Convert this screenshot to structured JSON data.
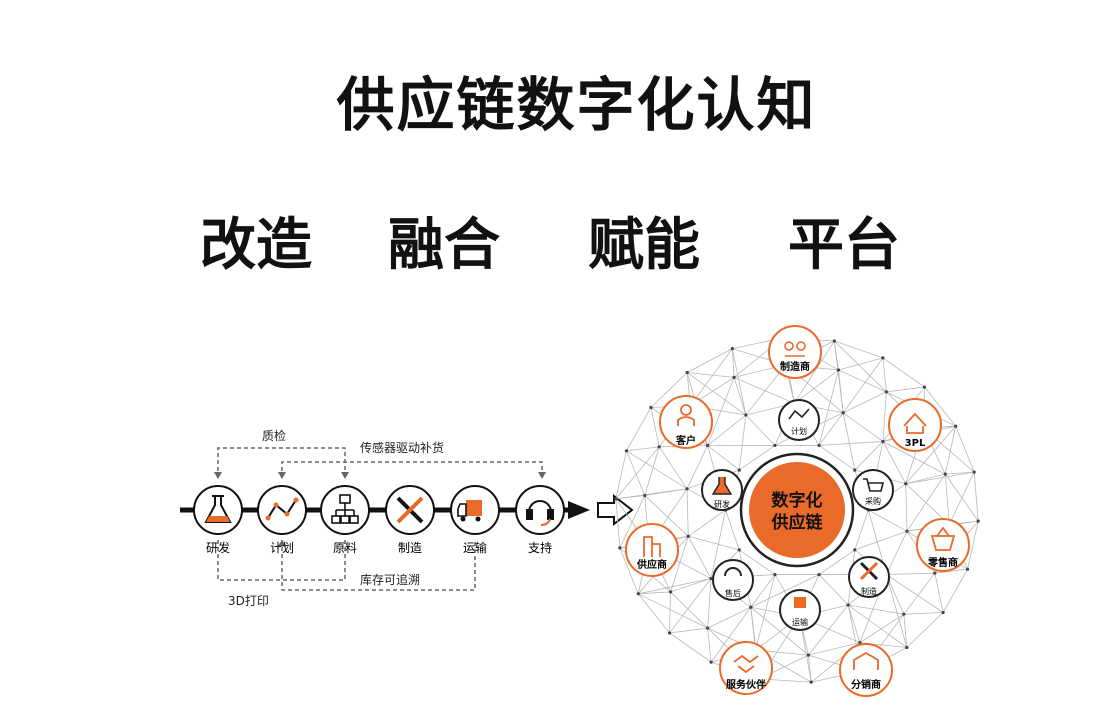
{
  "title": "供应链数字化认知",
  "keywords": [
    "改造",
    "融合",
    "赋能",
    "平台"
  ],
  "flow": {
    "steps": [
      "研发",
      "计划",
      "原料",
      "制造",
      "运输",
      "支持"
    ],
    "top_labels": [
      "质检",
      "传感器驱动补货"
    ],
    "bottom_labels": [
      "库存可追溯",
      "3D打印"
    ]
  },
  "network": {
    "center_line1": "数字化",
    "center_line2": "供应链",
    "inner_nodes": [
      "计划",
      "采购",
      "制造",
      "运输",
      "售后",
      "研发"
    ],
    "outer_nodes": [
      "制造商",
      "3PL",
      "零售商",
      "分销商",
      "服务伙伴",
      "供应商",
      "客户"
    ]
  },
  "colors": {
    "accent": "#ea6a2a",
    "line": "#222222",
    "dash": "#666666"
  }
}
